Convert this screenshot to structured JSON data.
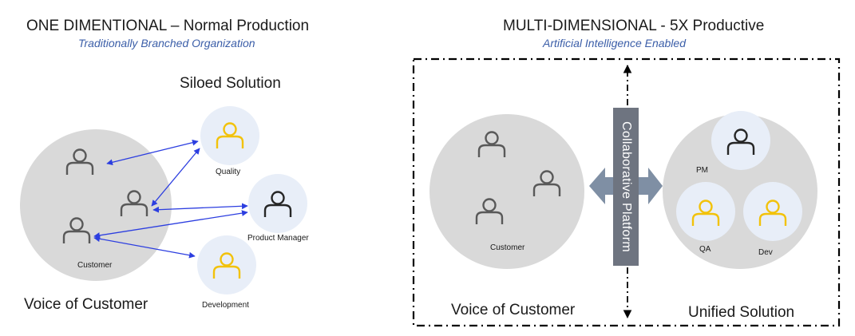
{
  "left": {
    "title": "ONE DIMENTIONAL – Normal Production",
    "subtitle": "Traditionally Branched Organization",
    "siloed_heading": "Siloed Solution",
    "voice_heading": "Voice of Customer",
    "customer_label": "Customer",
    "nodes": {
      "quality": "Quality",
      "product_manager": "Product Manager",
      "development": "Development"
    }
  },
  "right": {
    "title": "MULTI-DIMENSIONAL  - 5X Productive",
    "subtitle": "Artificial Intelligence Enabled",
    "voice_heading": "Voice of Customer",
    "unified_heading": "Unified Solution",
    "customer_label": "Customer",
    "platform_label": "Collaborative Platform",
    "nodes": {
      "pm": "PM",
      "qa": "QA",
      "dev": "Dev"
    }
  },
  "colors": {
    "big_circle": "#d9d9d9",
    "small_circle": "#e8eef8",
    "person_gray": "#595959",
    "person_yellow": "#f2c20a",
    "person_dark": "#262626",
    "arrow_blue": "#2c3ee0",
    "platform_arrow": "#7f8fa4",
    "platform_bar": "#6e7480",
    "subtitle_blue": "#3b5ea8"
  }
}
